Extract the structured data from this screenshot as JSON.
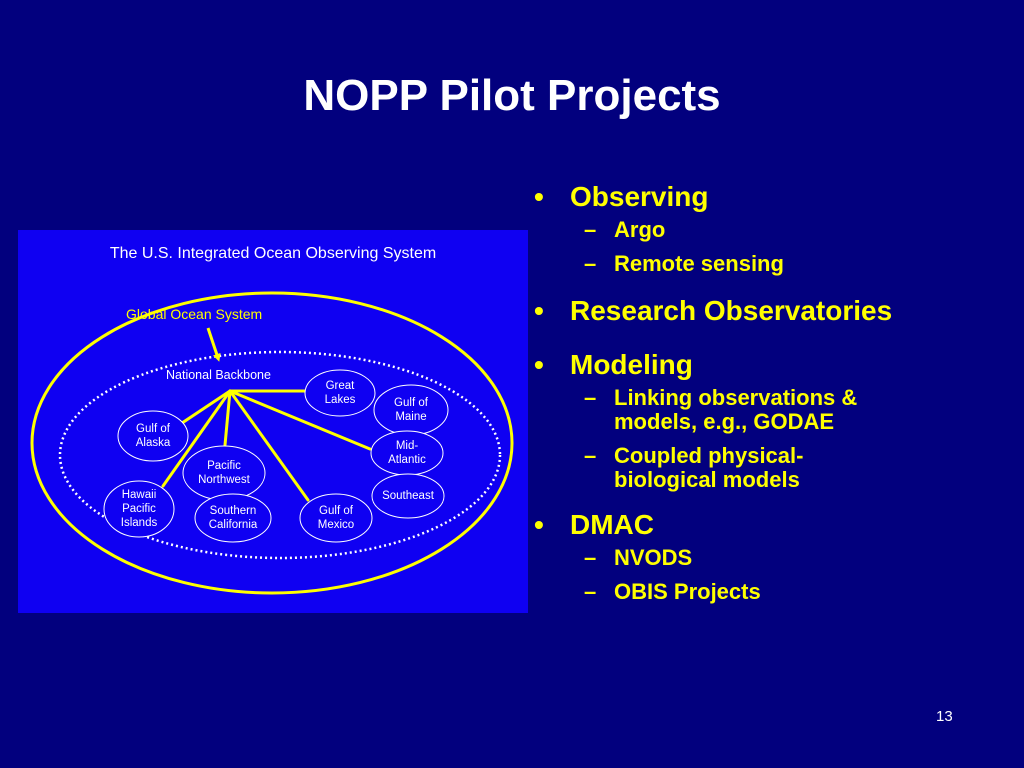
{
  "title": "NOPP Pilot Projects",
  "diagram": {
    "heading": "The U.S. Integrated Ocean Observing System",
    "global_label": "Global Ocean System",
    "backbone_label": "National Backbone",
    "nodes": [
      {
        "id": "great-lakes",
        "label": "Great\nLakes"
      },
      {
        "id": "gulf-of-maine",
        "label": "Gulf of\nMaine"
      },
      {
        "id": "gulf-of-alaska",
        "label": "Gulf of\nAlaska"
      },
      {
        "id": "mid-atlantic",
        "label": "Mid-\nAtlantic"
      },
      {
        "id": "pacific-northwest",
        "label": "Pacific\nNorthwest"
      },
      {
        "id": "southeast",
        "label": "Southeast"
      },
      {
        "id": "hawaii-pacific-islands",
        "label": "Hawaii\nPacific\nIslands"
      },
      {
        "id": "southern-california",
        "label": "Southern\nCalifornia"
      },
      {
        "id": "gulf-of-mexico",
        "label": "Gulf of\nMexico"
      }
    ],
    "colors": {
      "panel": "#0f00f2",
      "outline": "#ffff00",
      "node_border": "#ffffff",
      "connector": "#ffff00"
    }
  },
  "bullets": [
    {
      "text": "Observing",
      "subs": [
        "Argo",
        "Remote sensing"
      ]
    },
    {
      "text": "Research Observatories",
      "subs": []
    },
    {
      "text": "Modeling",
      "subs": [
        "Linking observations & models, e.g., GODAE",
        "Coupled physical-biological models"
      ]
    },
    {
      "text": "DMAC",
      "subs": [
        "NVODS",
        "OBIS Projects"
      ]
    }
  ],
  "slide_number": "13",
  "colors": {
    "background": "#02007e",
    "title": "#ffffff",
    "bullet_text": "#ffff00"
  }
}
